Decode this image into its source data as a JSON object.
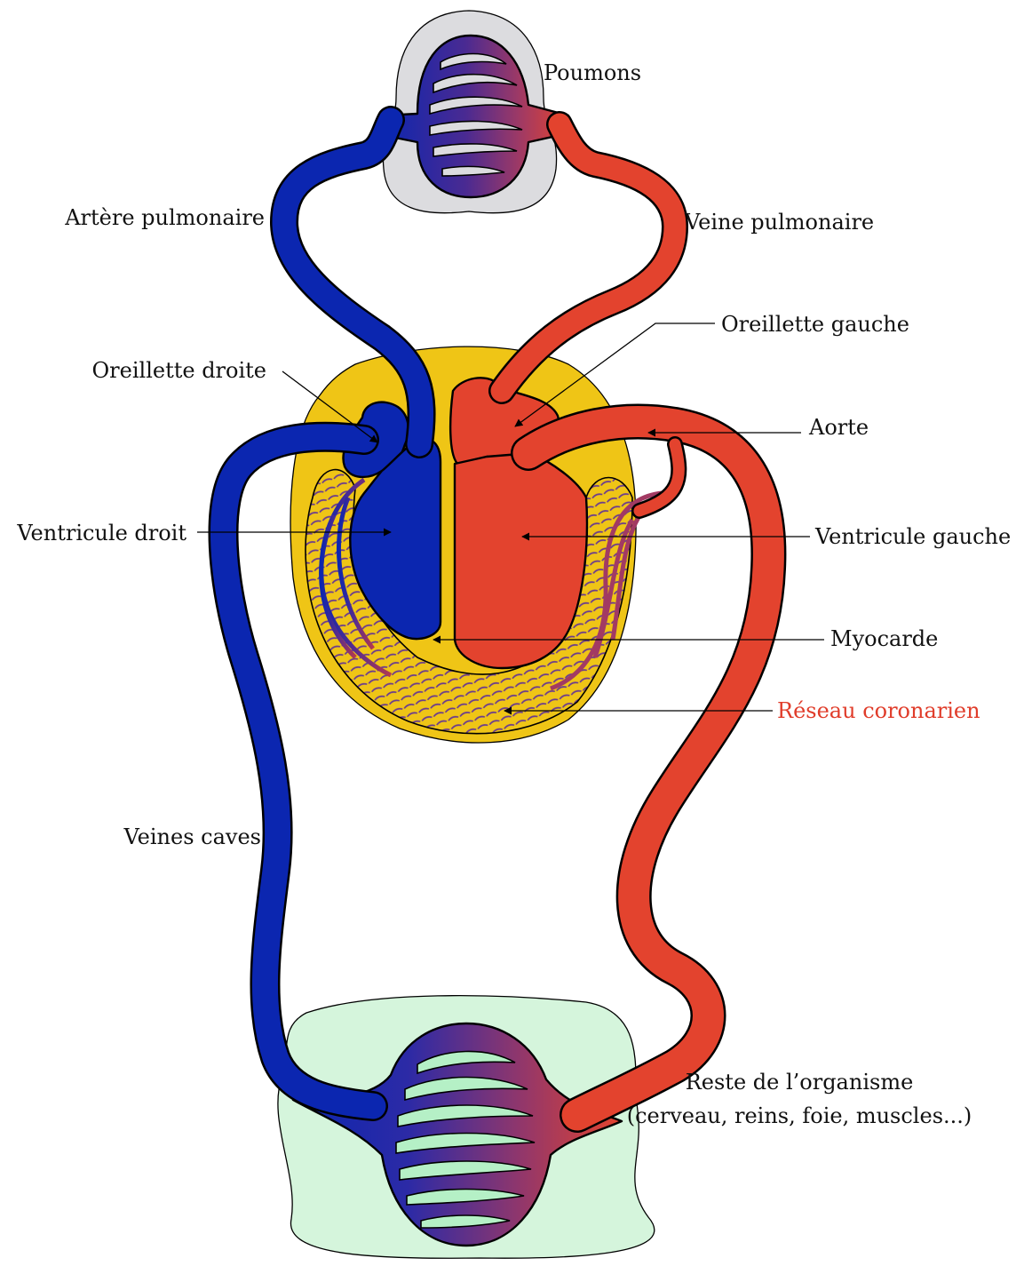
{
  "colors": {
    "arterial": "#e3432e",
    "venous": "#0b26b0",
    "myocardium": "#efc516",
    "lungs": "#dcdcdf",
    "body_tissue": "#d5f5dc",
    "capillary_bed": "#b5f0c6",
    "coronary_highlight": "#e03c2a"
  },
  "labels": {
    "poumons": "Poumons",
    "artere_pulmonaire": "Artère pulmonaire",
    "veine_pulmonaire": "Veine pulmonaire",
    "oreillette_gauche": "Oreillette gauche",
    "oreillette_droite": "Oreillette droite",
    "aorte": "Aorte",
    "ventricule_droit": "Ventricule droit",
    "ventricule_gauche": "Ventricule gauche",
    "myocarde": "Myocarde",
    "reseau_coronarien": "Réseau coronarien",
    "veines_caves": "Veines caves",
    "reste_organisme_1": "Reste de l’organisme",
    "reste_organisme_2": "(cerveau, reins, foie, muscles...)"
  }
}
